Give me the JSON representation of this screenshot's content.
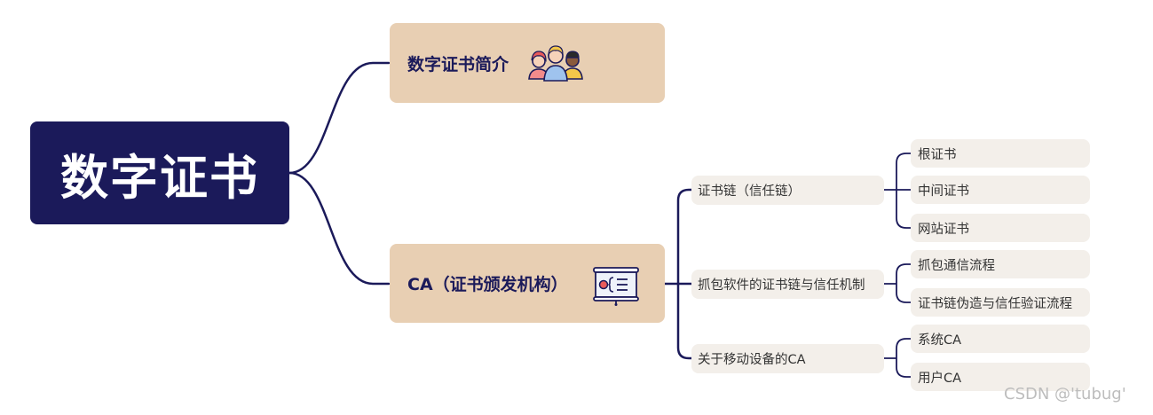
{
  "root": {
    "label": "数字证书"
  },
  "branches": [
    {
      "label": "数字证书简介",
      "icon": "people-icon"
    },
    {
      "label": "CA（证书颁发机构）",
      "icon": "presentation-board-icon",
      "children": [
        {
          "label": "证书链（信任链）",
          "children": [
            "根证书",
            "中间证书",
            "网站证书"
          ]
        },
        {
          "label": "抓包软件的证书链与信任机制",
          "children": [
            "抓包通信流程",
            "证书链伪造与信任验证流程"
          ]
        },
        {
          "label": "关于移动设备的CA",
          "children": [
            "系统CA",
            "用户CA"
          ]
        }
      ]
    }
  ],
  "watermark": "CSDN @'tubug'",
  "colors": {
    "root_fill": "#1b1a5a",
    "branch_fill": "#e8cfb3",
    "sub_fill": "#f3efea",
    "connector": "#1b1a5a"
  }
}
